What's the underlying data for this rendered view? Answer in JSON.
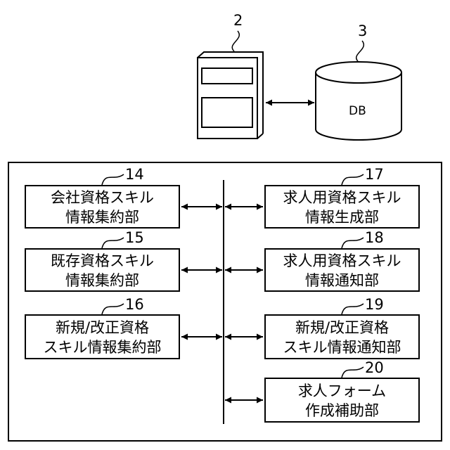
{
  "server": {
    "ref": "2"
  },
  "database": {
    "ref": "3",
    "label": "DB"
  },
  "blocks": [
    {
      "ref": "14",
      "lines": [
        "会社資格スキル",
        "情報集約部"
      ]
    },
    {
      "ref": "15",
      "lines": [
        "既存資格スキル",
        "情報集約部"
      ]
    },
    {
      "ref": "16",
      "lines": [
        "新規/改正資格",
        "スキル情報集約部"
      ]
    },
    {
      "ref": "17",
      "lines": [
        "求人用資格スキル",
        "情報生成部"
      ]
    },
    {
      "ref": "18",
      "lines": [
        "求人用資格スキル",
        "情報通知部"
      ]
    },
    {
      "ref": "19",
      "lines": [
        "新規/改正資格",
        "スキル情報通知部"
      ]
    },
    {
      "ref": "20",
      "lines": [
        "求人フォーム",
        "作成補助部"
      ]
    }
  ]
}
